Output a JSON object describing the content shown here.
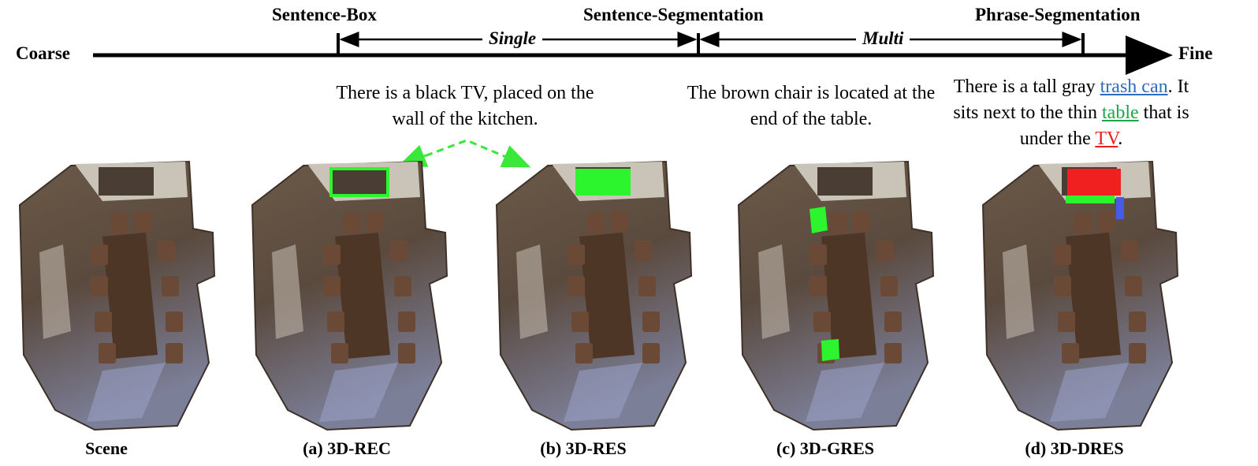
{
  "scale": {
    "left": "Coarse",
    "right": "Fine",
    "stages": [
      "Sentence-Box",
      "Sentence-Segmentation",
      "Phrase-Segmentation"
    ],
    "ranges": [
      "Single",
      "Multi"
    ]
  },
  "descriptions": {
    "single": "There is a black TV, placed on the wall of the kitchen.",
    "gres": "The brown chair is located at the end of the table.",
    "dres": {
      "w1": "There is a tall gray ",
      "trash": "trash can",
      "w2": ". It sits next to the thin ",
      "table": "table",
      "w3": " that is under the ",
      "tv": "TV",
      "w4": "."
    }
  },
  "panels": [
    {
      "caption": "Scene",
      "overlay": "none"
    },
    {
      "caption": "(a) 3D-REC",
      "overlay": "box"
    },
    {
      "caption": "(b) 3D-RES",
      "overlay": "mask"
    },
    {
      "caption": "(c) 3D-GRES",
      "overlay": "multi-mask"
    },
    {
      "caption": "(d) 3D-DRES",
      "overlay": "phrase-masks"
    }
  ],
  "colors": {
    "green": "#2df52d",
    "red": "#f02020",
    "blue": "#4a5ae8",
    "trash": "#2d6cc0",
    "table": "#18a84a",
    "tv": "#e8201c"
  }
}
